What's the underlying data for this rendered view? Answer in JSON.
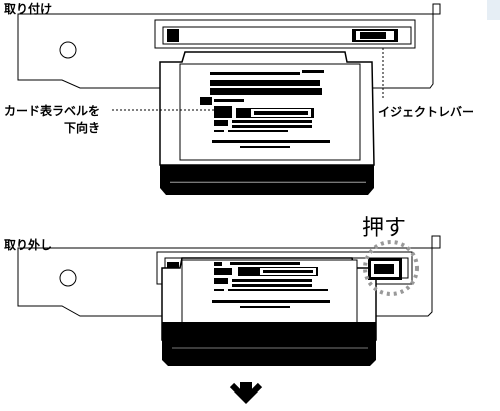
{
  "labels": {
    "insert_title": "取り付け",
    "remove_title": "取り外し",
    "card_label_line1": "カード表ラベルを",
    "card_label_line2": "下向き",
    "eject_lever": "イジェクトレバー",
    "push": "押す"
  },
  "colors": {
    "ink": "#000000",
    "paper": "#ffffff",
    "dot_circle": "#999999",
    "corner_tab": "#e6eef5"
  },
  "icons": {
    "next_step": "down-arrow-icon"
  }
}
